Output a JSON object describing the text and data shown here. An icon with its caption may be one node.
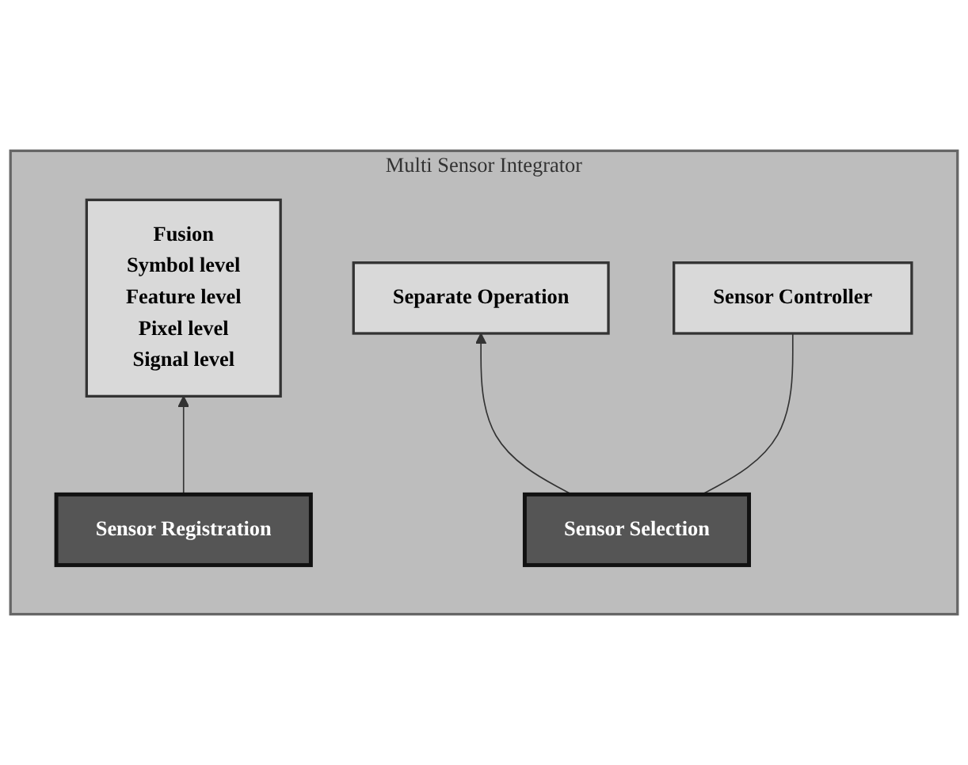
{
  "diagram": {
    "nodes": [
      {
        "text": [
          "Multi Sensor Integrator"
        ]
      },
      {
        "text": [
          "Fusion",
          "Symbol level",
          "Feature level",
          "Pixel level",
          "Signal level"
        ],
        "in": 0
      },
      {
        "text": [
          "Separate Operation"
        ],
        "in": 0
      },
      {
        "text": [
          "Sensor Controller"
        ],
        "in": 0
      },
      {
        "text": [
          "Sensor Registration"
        ],
        "in": 0
      },
      {
        "text": [
          "Sensor Selection"
        ],
        "in": 0
      }
    ],
    "edges": [
      {
        "from": 4,
        "to": 1,
        "arrow": "to"
      },
      {
        "from": 5,
        "to": 2,
        "arrow": "to"
      },
      {
        "from": 5,
        "to": 3,
        "arrow": "none"
      }
    ]
  }
}
